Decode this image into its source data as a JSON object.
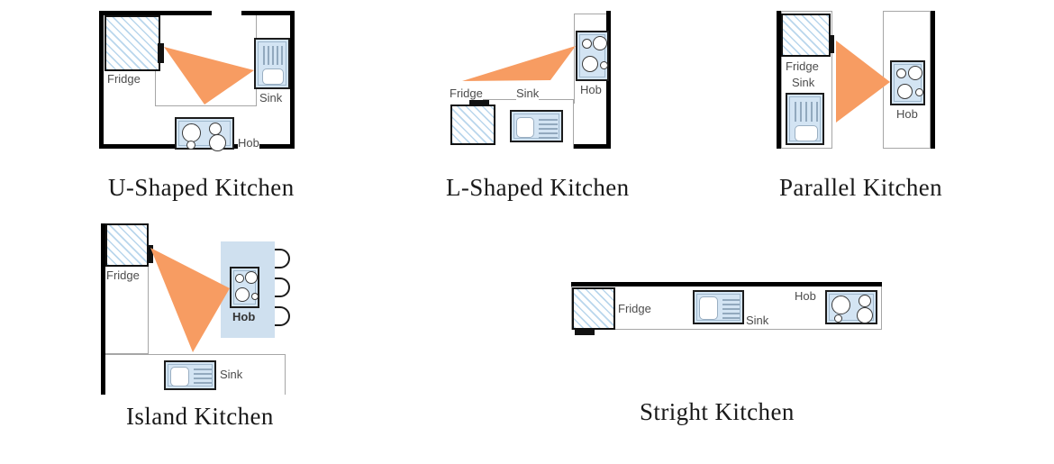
{
  "page": {
    "background": "#ffffff",
    "accent_orange": "#F79C62",
    "appliance_fill": "#d3e4f3",
    "island_fill": "#cfe0ef",
    "hatch_blue": "#b9d6ec",
    "wall_color": "#000000",
    "label_color": "#4c4c4c"
  },
  "layouts": [
    {
      "id": "u-shaped",
      "title": "U-Shaped Kitchen",
      "appliances": [
        {
          "name": "fridge",
          "label": "Fridge"
        },
        {
          "name": "sink",
          "label": "Sink"
        },
        {
          "name": "hob",
          "label": "Hob"
        }
      ]
    },
    {
      "id": "l-shaped",
      "title": "L-Shaped Kitchen",
      "appliances": [
        {
          "name": "fridge",
          "label": "Fridge"
        },
        {
          "name": "sink",
          "label": "Sink"
        },
        {
          "name": "hob",
          "label": "Hob"
        }
      ]
    },
    {
      "id": "parallel",
      "title": "Parallel Kitchen",
      "appliances": [
        {
          "name": "fridge",
          "label": "Fridge"
        },
        {
          "name": "sink",
          "label": "Sink"
        },
        {
          "name": "hob",
          "label": "Hob"
        }
      ]
    },
    {
      "id": "island",
      "title": "Island Kitchen",
      "appliances": [
        {
          "name": "fridge",
          "label": "Fridge"
        },
        {
          "name": "hob",
          "label": "Hob"
        },
        {
          "name": "sink",
          "label": "Sink"
        }
      ]
    },
    {
      "id": "straight",
      "title": "Stright Kitchen",
      "appliances": [
        {
          "name": "fridge",
          "label": "Fridge"
        },
        {
          "name": "sink",
          "label": "Sink"
        },
        {
          "name": "hob",
          "label": "Hob"
        }
      ]
    }
  ]
}
